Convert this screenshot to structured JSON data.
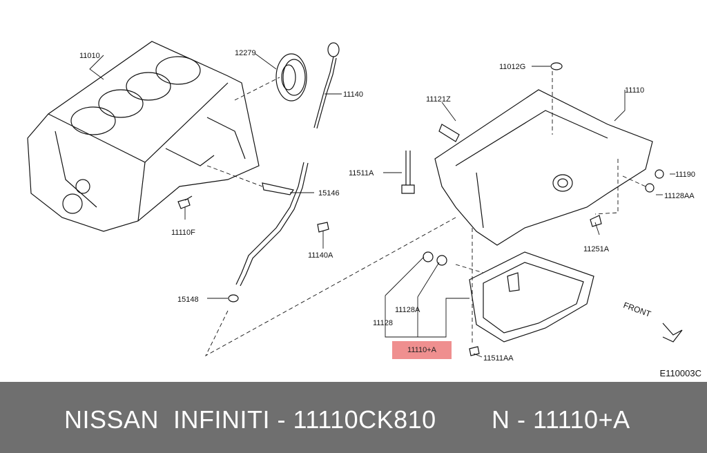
{
  "parts": {
    "p11010": "11010",
    "p12279": "12279",
    "p11140": "11140",
    "p11012g": "11012G",
    "p11121z": "11121Z",
    "p11110": "11110",
    "p11511a": "11511A",
    "p11190": "11190",
    "p11128aa": "11128AA",
    "p15146": "15146",
    "p11110f": "11110F",
    "p11140a": "11140A",
    "p11251a": "11251A",
    "p15148": "15148",
    "p11128a": "11128A",
    "p11128": "11128",
    "p11110a": "11110+A",
    "p11511aa": "11511AA"
  },
  "diagram_code": "E110003C",
  "banner": {
    "left": "NISSAN  INFINITI - 11110CK810",
    "right": "N - 11110+A"
  },
  "colors": {
    "highlight": "#ef8f8f",
    "banner": "#6f6f6f"
  }
}
